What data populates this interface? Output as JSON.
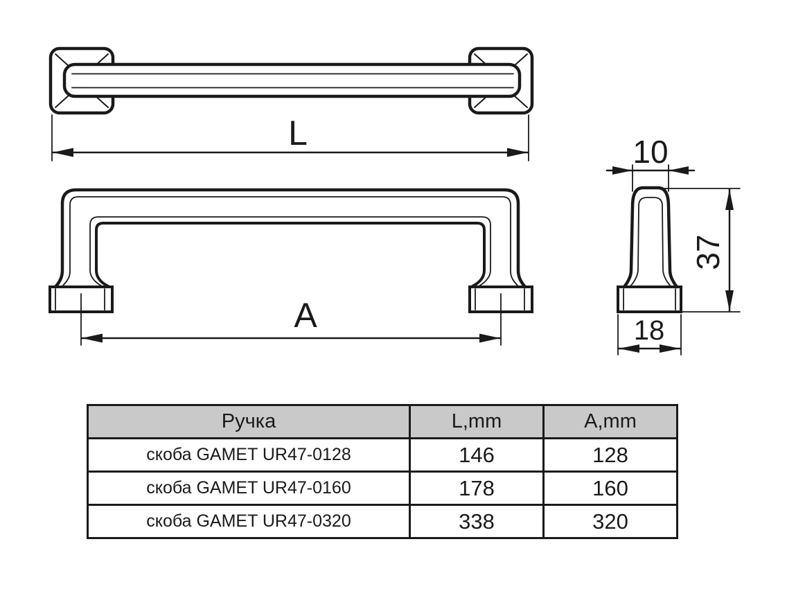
{
  "colors": {
    "background": "#ffffff",
    "line": "#1a1a1a",
    "table_header_bg": "#c9c9c9"
  },
  "dimensions": {
    "overall_length_label": "L",
    "hole_spacing_label": "A",
    "post_width": "10",
    "height": "37",
    "base_width": "18"
  },
  "table": {
    "headers": {
      "product": "Ручка",
      "length": "L,mm",
      "spacing": "A,mm"
    },
    "rows": [
      {
        "name": "скоба GAMET UR47-0128",
        "l": "146",
        "a": "128"
      },
      {
        "name": "скоба GAMET UR47-0160",
        "l": "178",
        "a": "160"
      },
      {
        "name": "скоба GAMET UR47-0320",
        "l": "338",
        "a": "320"
      }
    ]
  }
}
